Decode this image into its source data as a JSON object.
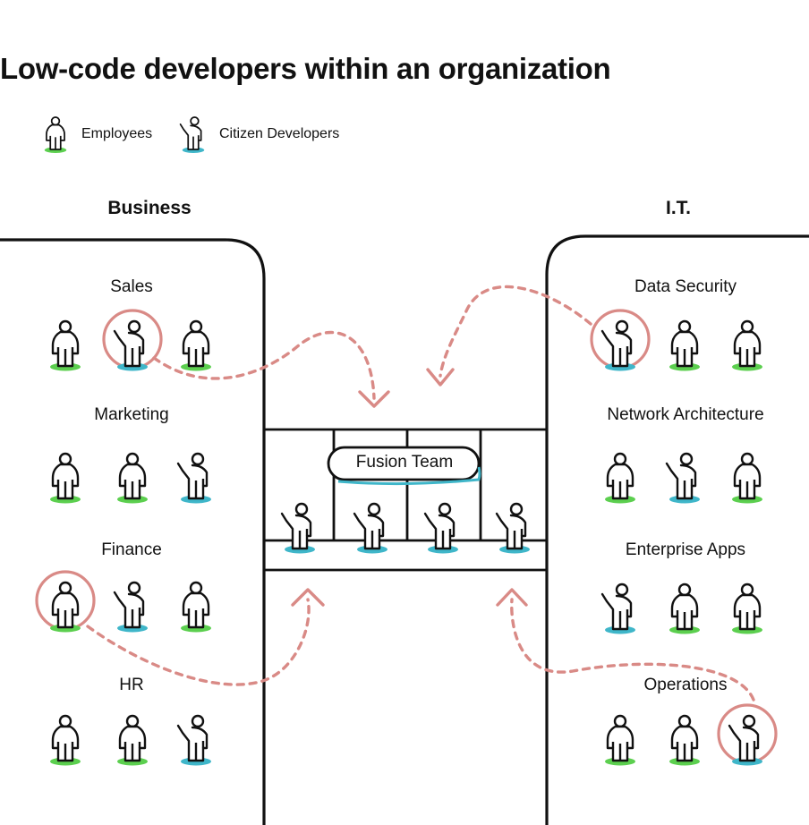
{
  "title": "Low-code developers within an organization",
  "legend": [
    {
      "label": "Employees",
      "icon": "employee-icon",
      "color": "#5ccf4f"
    },
    {
      "label": "Citizen Developers",
      "icon": "citizen-developer-icon",
      "color": "#3fb6c9"
    }
  ],
  "business": {
    "heading": "Business",
    "departments": [
      {
        "name": "Sales",
        "people": [
          "employee",
          "citizen",
          "employee"
        ],
        "highlighted": 1
      },
      {
        "name": "Marketing",
        "people": [
          "employee",
          "employee",
          "citizen"
        ],
        "highlighted": null
      },
      {
        "name": "Finance",
        "people": [
          "employee",
          "citizen",
          "employee"
        ],
        "highlighted": 0
      },
      {
        "name": "HR",
        "people": [
          "employee",
          "employee",
          "citizen"
        ],
        "highlighted": null
      }
    ]
  },
  "it": {
    "heading": "I.T.",
    "departments": [
      {
        "name": "Data Security",
        "people": [
          "citizen",
          "employee",
          "employee"
        ],
        "highlighted": 0
      },
      {
        "name": "Network Architecture",
        "people": [
          "employee",
          "citizen",
          "employee"
        ],
        "highlighted": null
      },
      {
        "name": "Enterprise Apps",
        "people": [
          "citizen",
          "employee",
          "employee"
        ],
        "highlighted": null
      },
      {
        "name": "Operations",
        "people": [
          "employee",
          "employee",
          "citizen"
        ],
        "highlighted": 2
      }
    ]
  },
  "fusion_team": {
    "label": "Fusion Team",
    "members": [
      "citizen",
      "citizen",
      "citizen",
      "citizen"
    ]
  },
  "colors": {
    "employee_base": "#5ccf4f",
    "citizen_base": "#3fb6c9",
    "highlight": "#d98a86",
    "line": "#111111"
  }
}
